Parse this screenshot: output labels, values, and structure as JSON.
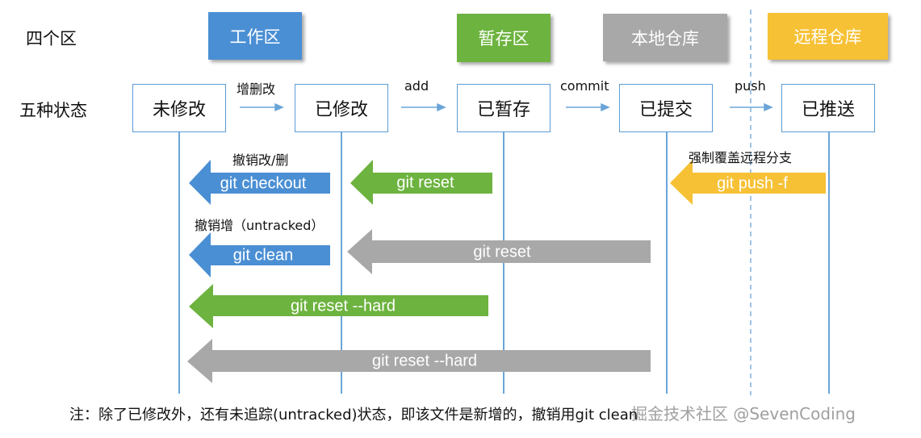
{
  "row_labels": {
    "areas": "四个区",
    "states": "五种状态"
  },
  "areas": [
    {
      "label": "工作区",
      "color": "#4a8fd4"
    },
    {
      "label": "暂存区",
      "color": "#6db33f"
    },
    {
      "label": "本地仓库",
      "color": "#a8a8a8"
    },
    {
      "label": "远程仓库",
      "color": "#f7c136"
    }
  ],
  "states": [
    "未修改",
    "已修改",
    "已暂存",
    "已提交",
    "已推送"
  ],
  "transitions": [
    "增删改",
    "add",
    "commit",
    "push"
  ],
  "operations": [
    {
      "caption": "撤销改/删",
      "command": "git checkout",
      "color": "#4a8fd4"
    },
    {
      "caption": "",
      "command": "git reset",
      "color": "#6db33f"
    },
    {
      "caption": "强制覆盖远程分支",
      "command": "git push -f",
      "color": "#f7c136"
    },
    {
      "caption": "撤销增（untracked）",
      "command": "git clean",
      "color": "#4a8fd4"
    },
    {
      "caption": "",
      "command": "git reset",
      "color": "#a8a8a8"
    },
    {
      "caption": "",
      "command": "git reset --hard",
      "color": "#6db33f"
    },
    {
      "caption": "",
      "command": "git reset --hard",
      "color": "#a8a8a8"
    }
  ],
  "footer_note": "注：除了已修改外，还有未追踪(untracked)状态，即该文件是新增的，撤销用git clean",
  "watermark": "掘金技术社区 @SevenCoding",
  "colors": {
    "state_border": "#5b9bd5",
    "lifeline": "#6aa5d8",
    "dashed_separator": "#6aa5d8"
  }
}
